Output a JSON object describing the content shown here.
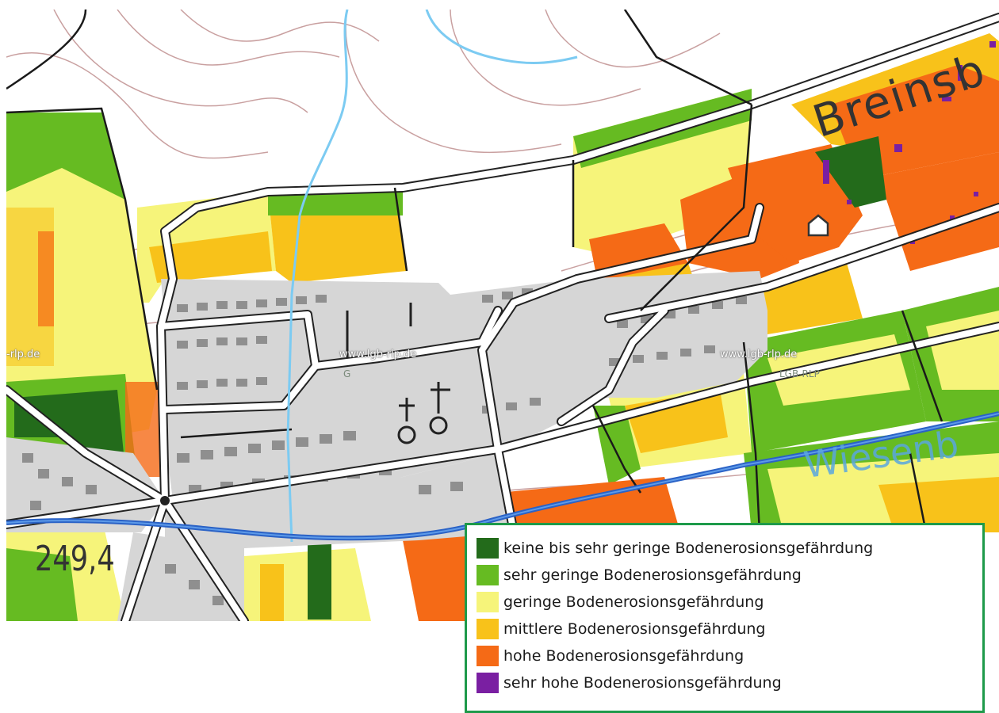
{
  "map": {
    "place_label": "Breinsb",
    "elevation_label": "249,4",
    "river_label": "Wiesenb",
    "watermarks": [
      {
        "text": "www.lgb-rlp.de"
      },
      {
        "text": "www.lgb-rlp.de"
      },
      {
        "text": "-rlp.de"
      }
    ],
    "copyright_labels": [
      "LGB-RLP",
      "G"
    ]
  },
  "legend": {
    "items": [
      {
        "label": "keine bis sehr geringe Bodenerosionsgefährdung",
        "color": "#236b1b"
      },
      {
        "label": "sehr geringe Bodenerosionsgefährdung",
        "color": "#66bb22"
      },
      {
        "label": "geringe Bodenerosionsgefährdung",
        "color": "#f6f47a"
      },
      {
        "label": "mittlere Bodenerosionsgefährdung",
        "color": "#f8c21a"
      },
      {
        "label": "hohe Bodenerosionsgefährdung",
        "color": "#f56a16"
      },
      {
        "label": "sehr hohe Bodenerosionsgefährdung",
        "color": "#7a1fa2"
      }
    ]
  }
}
